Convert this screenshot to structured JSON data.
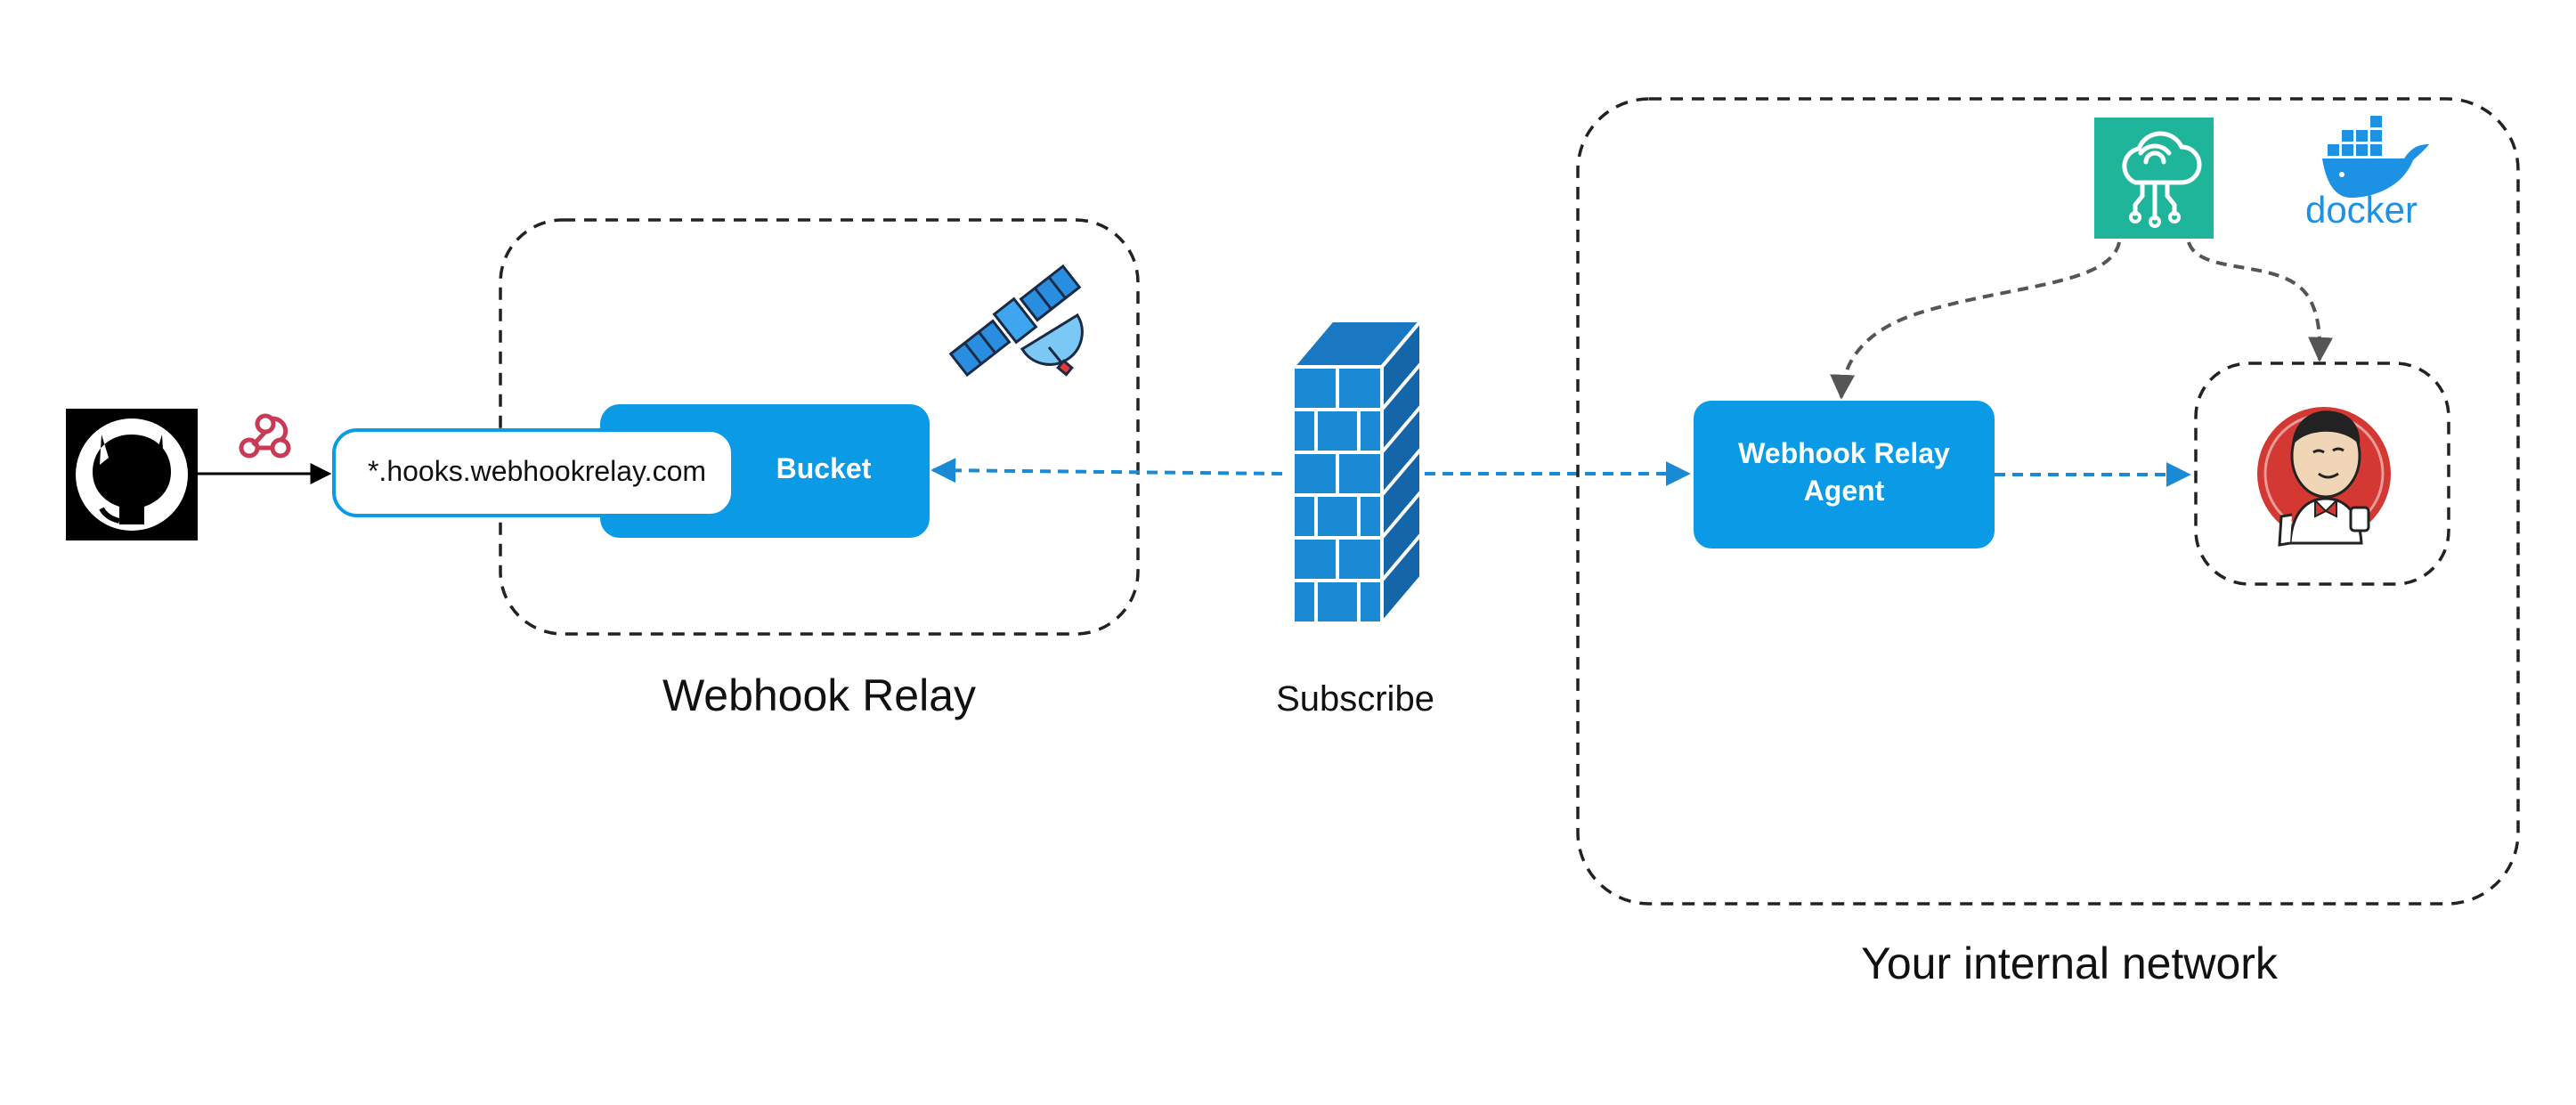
{
  "relay": {
    "label": "Webhook Relay",
    "bucket_label": "Bucket",
    "endpoint_label": "*.hooks.webhookrelay.com"
  },
  "firewall": {
    "label": "Subscribe"
  },
  "internal": {
    "label": "Your internal network",
    "agent_label_line1": "Webhook Relay",
    "agent_label_line2": "Agent",
    "docker_label": "docker"
  },
  "icons": {
    "source": "github-icon",
    "webhook": "webhook-icon",
    "satellite": "satellite-icon",
    "firewall": "firewall-icon",
    "iot": "iot-cloud-icon",
    "docker": "docker-icon",
    "jenkins": "jenkins-icon"
  },
  "colors": {
    "primary_blue": "#0a9ae6",
    "arrow_blue": "#1a8ad4",
    "teal": "#1fb59a",
    "dashed_border": "#222222",
    "grey_arrow": "#555555"
  }
}
